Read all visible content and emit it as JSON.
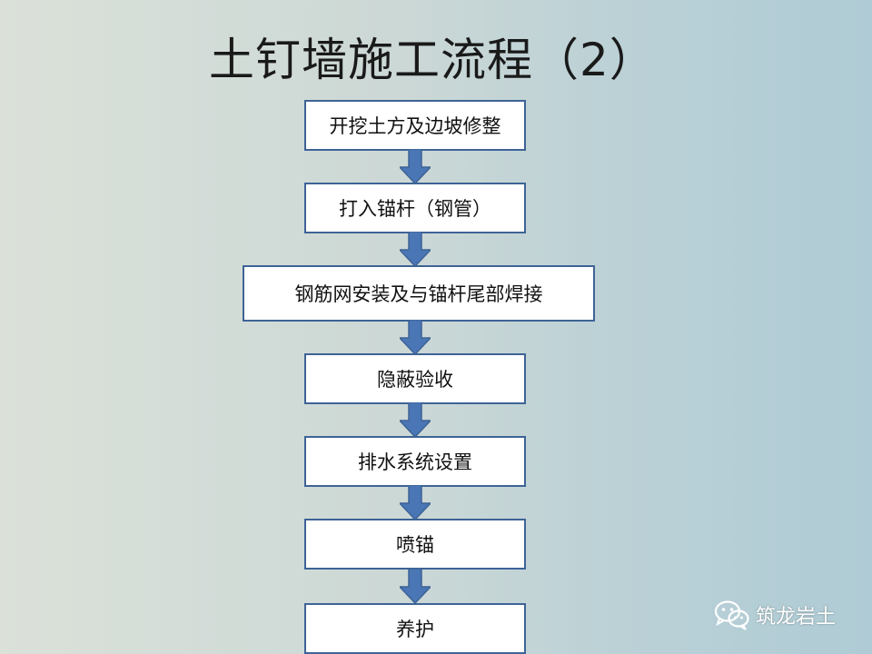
{
  "title": "土钉墙施工流程（2）",
  "steps": [
    "开挖土方及边坡修整",
    "打入锚杆（钢管）",
    "钢筋网安装及与锚杆尾部焊接",
    "隐蔽验收",
    "排水系统设置",
    "喷锚",
    "养护"
  ],
  "watermark": {
    "text": "筑龙岩土",
    "icon": "wechat-icon"
  },
  "colors": {
    "box_border": "#3e6396",
    "arrow_fill": "#4a76b5",
    "box_fill": "#ffffff"
  }
}
